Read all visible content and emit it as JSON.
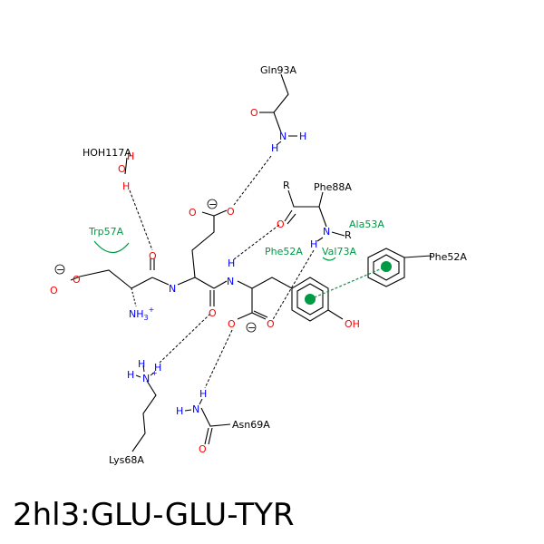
{
  "title": "2hl3:GLU-GLU-TYR",
  "colors": {
    "bond": "#000000",
    "oxygen": "#ff0000",
    "nitrogen": "#0000ff",
    "hydrophobic": "#009944",
    "hbond": "#000000"
  },
  "atoms": {
    "O": "O",
    "N": "N",
    "H": "H",
    "R": "R",
    "OH": "OH",
    "NH3": "NH",
    "sub3": "3",
    "plus": "+",
    "minus": "−"
  },
  "residues": {
    "gln93a": "Gln93A",
    "hoh117a": "HOH117A",
    "phe88a": "Phe88A",
    "ala53a": "Ala53A",
    "trp57a": "Trp57A",
    "phe52a_hydro": "Phe52A",
    "val73a": "Val73A",
    "phe52a_ring": "Phe52A",
    "lys68a": "Lys68A",
    "asn69a": "Asn69A"
  }
}
